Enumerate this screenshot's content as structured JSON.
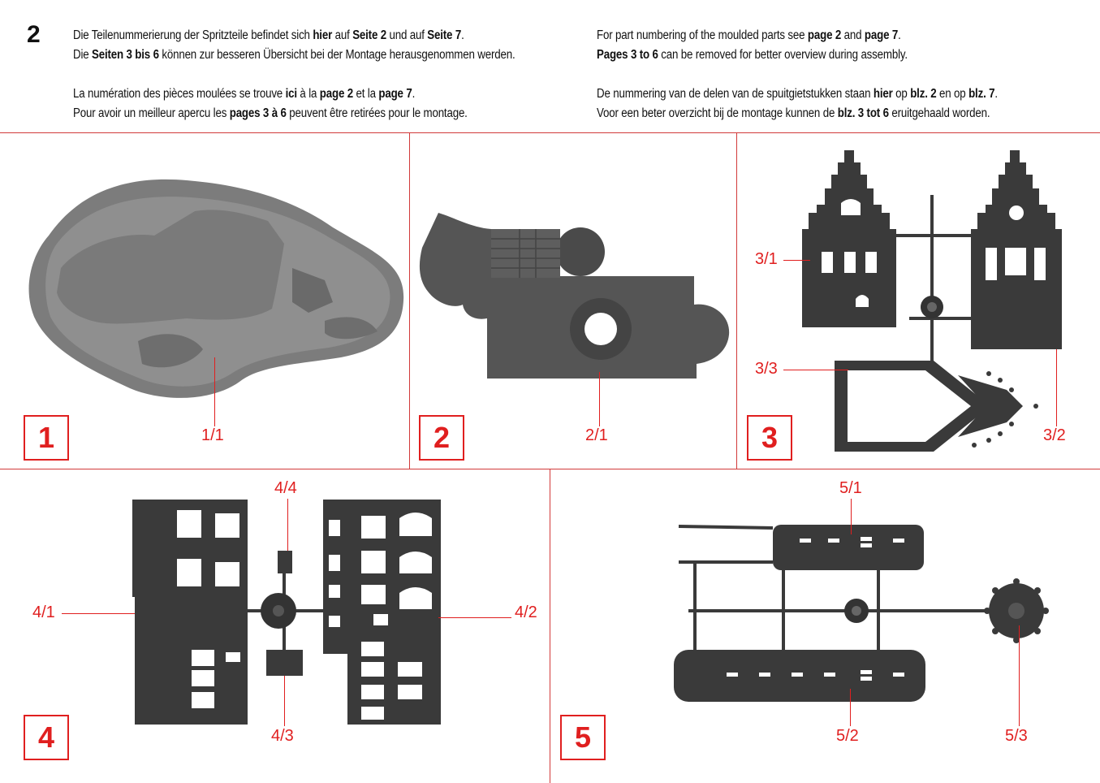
{
  "page_number": "2",
  "intro": {
    "de": {
      "l1": [
        "Die Teilenummerierung der Spritzteile befindet sich ",
        "hier",
        " auf ",
        "Seite 2",
        " und auf ",
        "Seite 7",
        "."
      ],
      "l2": [
        "Die ",
        "Seiten 3 bis 6",
        " können zur besseren Übersicht bei der Montage herausgenommen werden."
      ]
    },
    "fr": {
      "l1": [
        "La numération des pièces moulées se trouve ",
        "ici",
        " à la ",
        "page 2",
        " et la ",
        "page 7",
        "."
      ],
      "l2": [
        "Pour avoir un meilleur apercu les ",
        "pages 3 à 6",
        " peuvent être retirées pour le montage."
      ]
    },
    "en": {
      "l1": [
        "For part numbering of the moulded parts see ",
        "page 2",
        " and ",
        "page 7",
        "."
      ],
      "l2": [
        "Pages 3 to 6",
        " can be removed for better overview during assembly."
      ]
    },
    "nl": {
      "l1": [
        "De nummering van de delen van de spuitgietstukken staan ",
        "hier",
        " op ",
        "blz. 2",
        " en op ",
        "blz. 7",
        "."
      ],
      "l2": [
        "Voor een beter overzicht bij de montage kunnen de ",
        "blz. 3 tot 6",
        " eruitgehaald worden."
      ]
    }
  },
  "panels": [
    {
      "number": "1",
      "labels": [
        "1/1"
      ]
    },
    {
      "number": "2",
      "labels": [
        "2/1"
      ]
    },
    {
      "number": "3",
      "labels": [
        "3/1",
        "3/3",
        "3/2"
      ]
    },
    {
      "number": "4",
      "labels": [
        "4/4",
        "4/1",
        "4/2",
        "4/3"
      ]
    },
    {
      "number": "5",
      "labels": [
        "5/1",
        "5/2",
        "5/3"
      ]
    }
  ],
  "colors": {
    "accent": "#e01f1f",
    "divider": "#d23a3a",
    "part": "#3a3a3a"
  }
}
